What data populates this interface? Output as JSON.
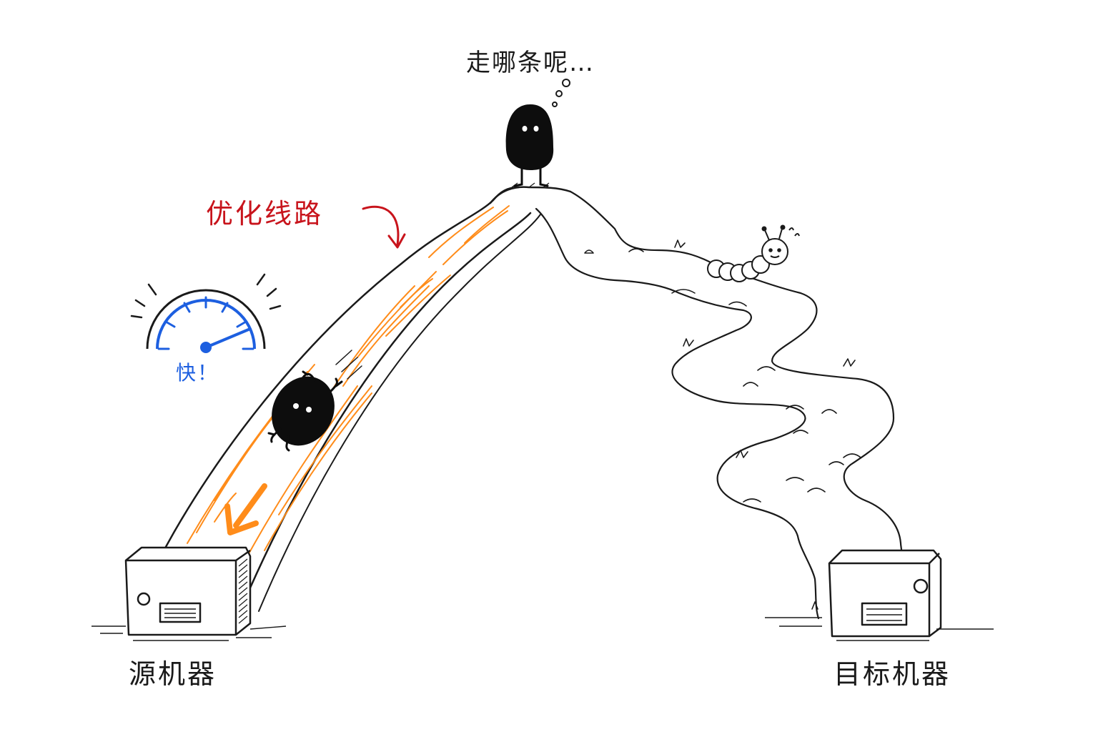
{
  "labels": {
    "thought": "走哪条呢…",
    "optimized_route": "优化线路",
    "speed": "快！",
    "source_machine": "源机器",
    "target_machine": "目标机器"
  },
  "colors": {
    "ink": "#1a1a1a",
    "optimized_route": "#c8141c",
    "speed": "#1d5fe0",
    "fast_lane": "#ff8c1a"
  }
}
